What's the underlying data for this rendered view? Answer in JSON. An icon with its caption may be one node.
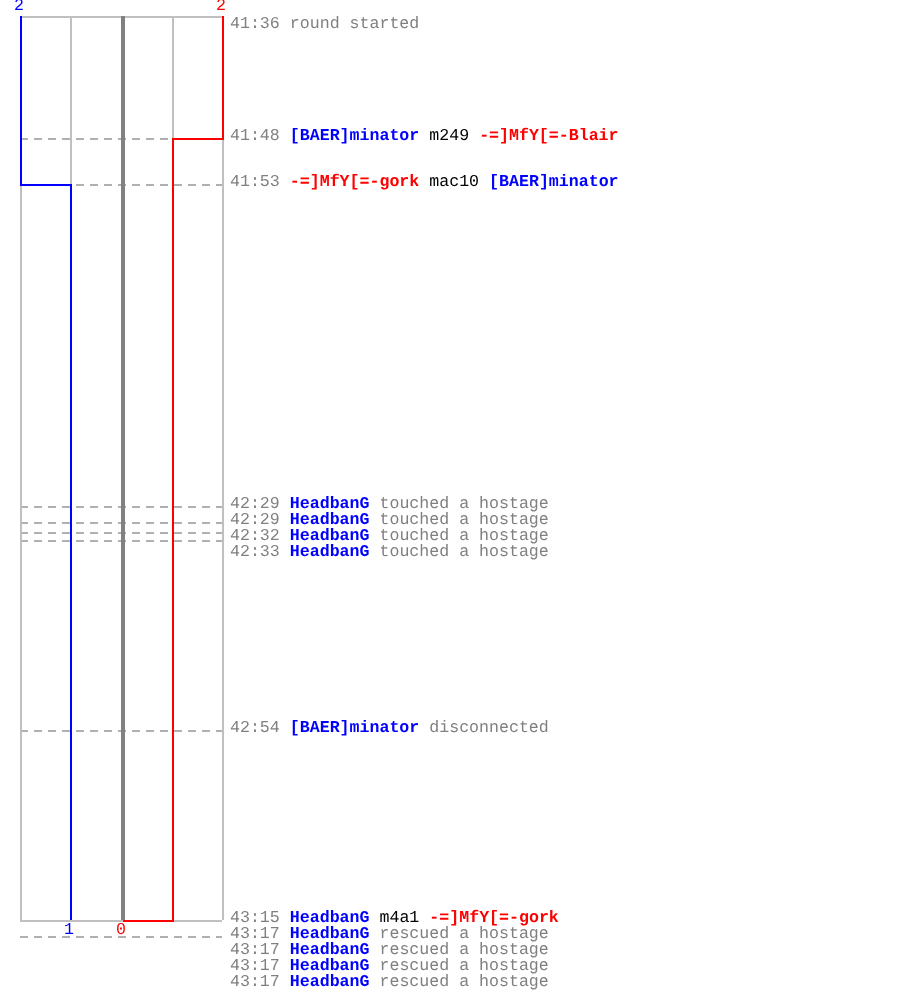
{
  "diagram": {
    "labels": [
      "2",
      "2",
      "41:36",
      "round started",
      "41:48",
      "[BAER]minator",
      "m249",
      "-=]MfY[=-Blair",
      "41:53",
      "-=]MfY[=-gork",
      "mac10",
      "[BAER]minator",
      "42:29",
      "HeadbanG",
      "touched a hostage",
      "42:29",
      "HeadbanG",
      "touched a hostage",
      "42:32",
      "HeadbanG",
      "touched a hostage",
      "42:33",
      "HeadbanG",
      "touched a hostage",
      "42:54",
      "[BAER]minator",
      "disconnected",
      "43:15",
      "HeadbanG",
      "m4a1",
      "-=]MfY[=-gork",
      "43:17",
      "HeadbanG",
      "rescued a hostage",
      "43:17",
      "HeadbanG",
      "rescued a hostage",
      "43:17",
      "HeadbanG",
      "rescued a hostage",
      "43:17",
      "HeadbanG",
      "rescued a hostage",
      "1",
      "0"
    ]
  }
}
